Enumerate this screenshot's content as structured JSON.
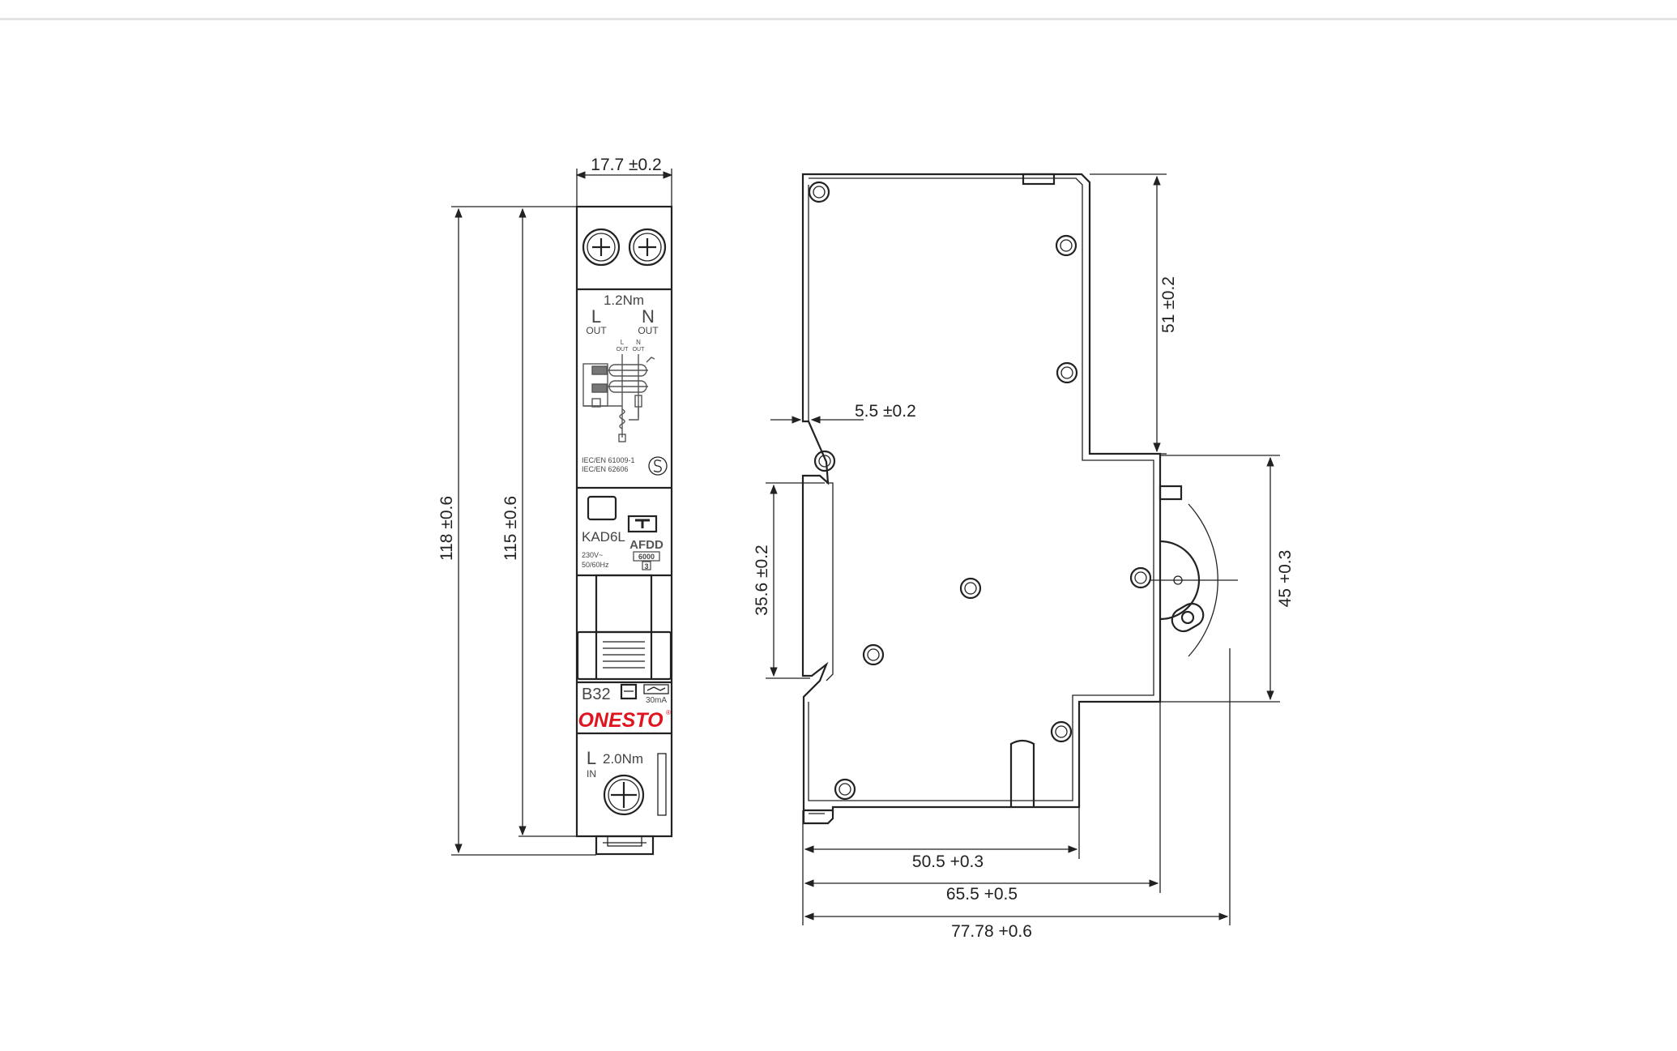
{
  "diagram": {
    "front_view": {
      "dim_width": "17.7 ±0.2",
      "dim_height_total": "118 ±0.6",
      "dim_height_body": "115 ±0.6",
      "torque_top": "1.2Nm",
      "terminal_l_letter": "L",
      "terminal_l_sub": "OUT",
      "terminal_n_letter": "N",
      "terminal_n_sub": "OUT",
      "schematic_l": "L",
      "schematic_l_sub": "OUT",
      "schematic_n": "N",
      "schematic_n_sub": "OUT",
      "standard_1": "IEC/EN 61009-1",
      "standard_2": "IEC/EN 62606",
      "model": "KAD6L",
      "function": "AFDD",
      "voltage": "230V~",
      "frequency": "50/60Hz",
      "breaking_capacity": "6000",
      "class_code": "3",
      "rating": "B32",
      "residual_current": "30mA",
      "brand": "ONESTO",
      "brand_mark": "®",
      "terminal_in_letter": "L",
      "terminal_in_sub": "IN",
      "torque_bottom": "2.0Nm"
    },
    "side_view": {
      "dim_top_height": "51 ±0.2",
      "dim_notch": "5.5 ±0.2",
      "dim_rail_height": "35.6 ±0.2",
      "dim_front_height": "45 +0.3",
      "dim_depth_1": "50.5 +0.3",
      "dim_depth_2": "65.5 +0.5",
      "dim_depth_3": "77.78 +0.6"
    }
  }
}
